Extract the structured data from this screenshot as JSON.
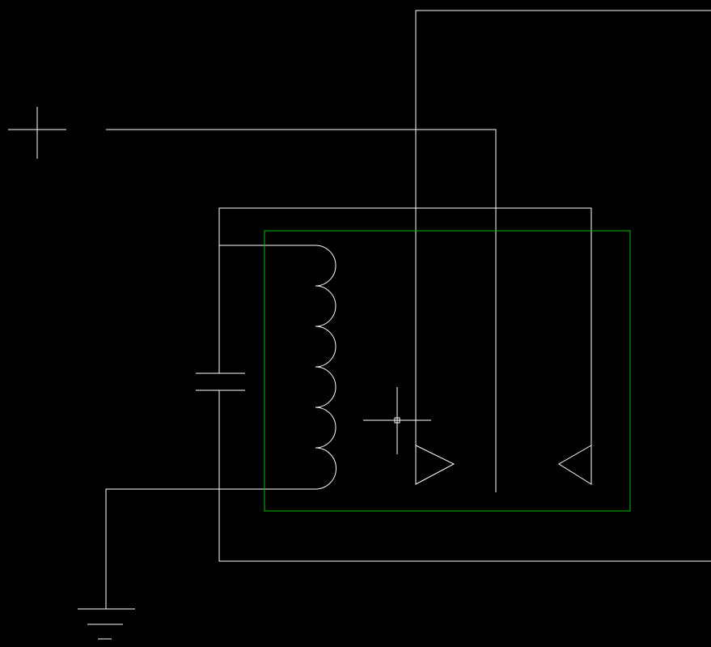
{
  "canvas": {
    "background": "#000000",
    "wire_color": "#ffffff",
    "selection_color": "#00c000"
  },
  "components": [
    {
      "name": "plus-terminal-icon",
      "kind": "positive supply symbol"
    },
    {
      "name": "capacitor-icon",
      "kind": "capacitor"
    },
    {
      "name": "inductor-coil-icon",
      "kind": "inductor / relay coil"
    },
    {
      "name": "ground-icon",
      "kind": "ground symbol"
    },
    {
      "name": "contact-triangle-right-icon",
      "kind": "relay contact"
    },
    {
      "name": "contact-triangle-left-icon",
      "kind": "relay contact"
    },
    {
      "name": "cad-crosshair-cursor",
      "kind": "cursor"
    }
  ]
}
